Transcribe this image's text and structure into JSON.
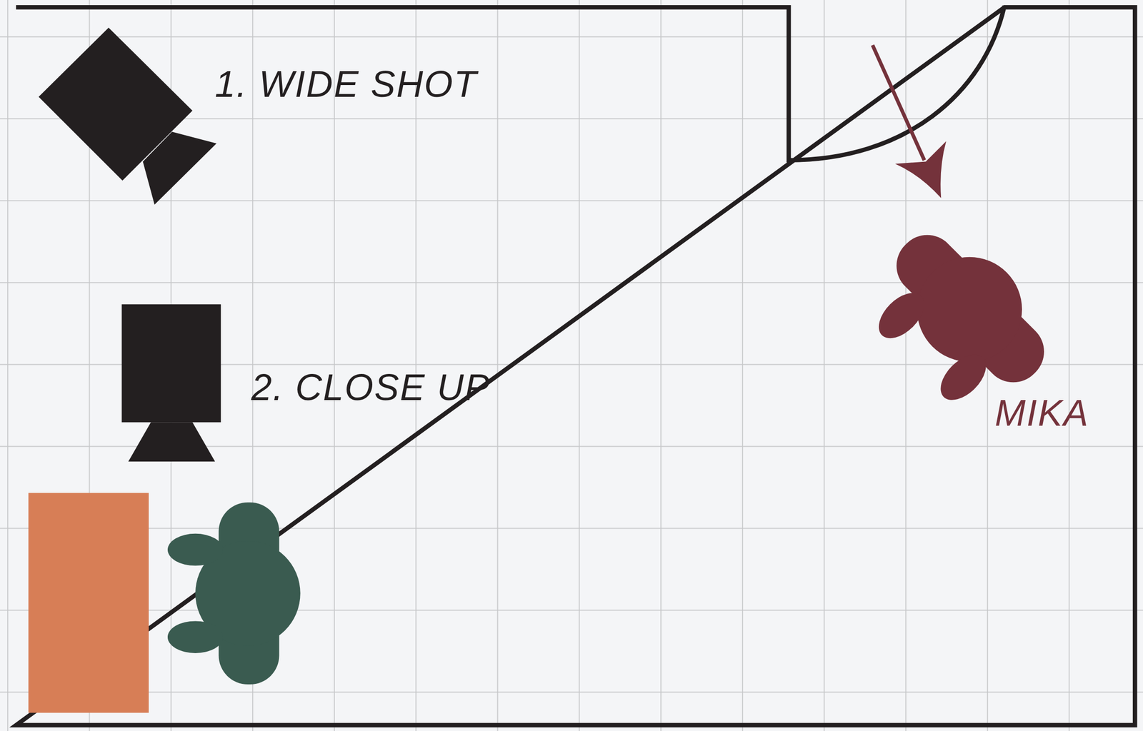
{
  "diagram": {
    "labels": [
      "1. WIDE SHOT",
      "2. CLOSE UP",
      "MIKA"
    ]
  }
}
